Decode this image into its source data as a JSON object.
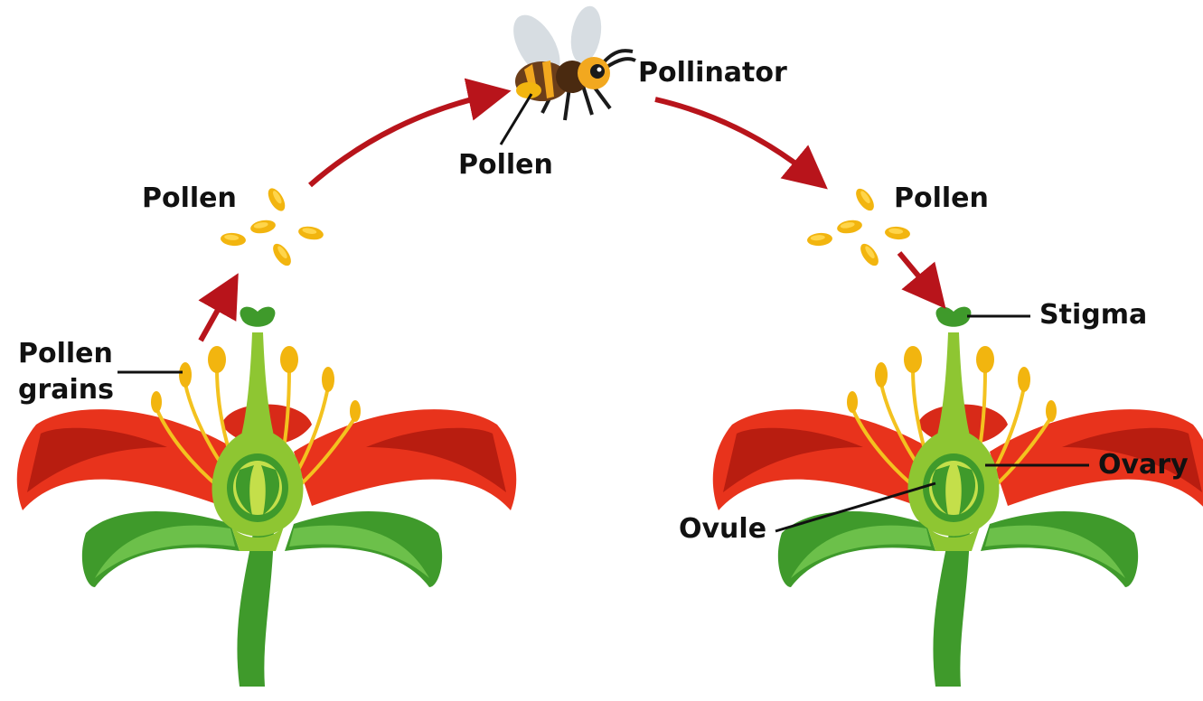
{
  "labels": {
    "pollen_left": "Pollen",
    "pollen_bee": "Pollen",
    "pollinator": "Pollinator",
    "pollen_right": "Pollen",
    "pollen_grains_line1": "Pollen",
    "pollen_grains_line2": "grains",
    "stigma": "Stigma",
    "ovary": "Ovary",
    "ovule": "Ovule"
  },
  "colors": {
    "arrow": "#b8141b",
    "petal": "#e8331c",
    "petal_dark": "#b81d10",
    "leaf": "#3f9a2b",
    "leaf_light": "#6cc04a",
    "pistil": "#8ec632",
    "pistil_light": "#c4df4a",
    "pollen": "#f2b50f",
    "filament": "#f3c21f",
    "label": "#111111"
  }
}
